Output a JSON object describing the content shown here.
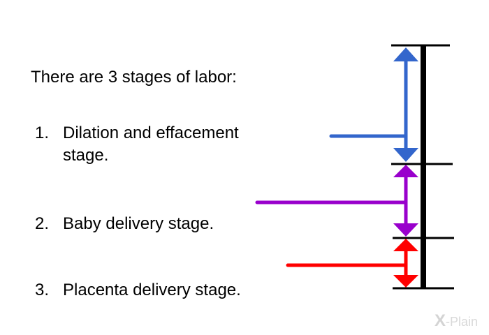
{
  "intro": "There are 3 stages of labor:",
  "stages": [
    {
      "number": "1.",
      "label": "Dilation and effacement stage.",
      "color": "#3366cc"
    },
    {
      "number": "2.",
      "label": "Baby delivery stage.",
      "color": "#9900cc"
    },
    {
      "number": "3.",
      "label": "Placenta delivery stage.",
      "color": "#ff0000"
    }
  ],
  "watermark": {
    "mark": "X",
    "text": "-Plain"
  },
  "colors": {
    "timeline": "#000000",
    "text": "#000000",
    "watermark": "#d9d9d9"
  }
}
